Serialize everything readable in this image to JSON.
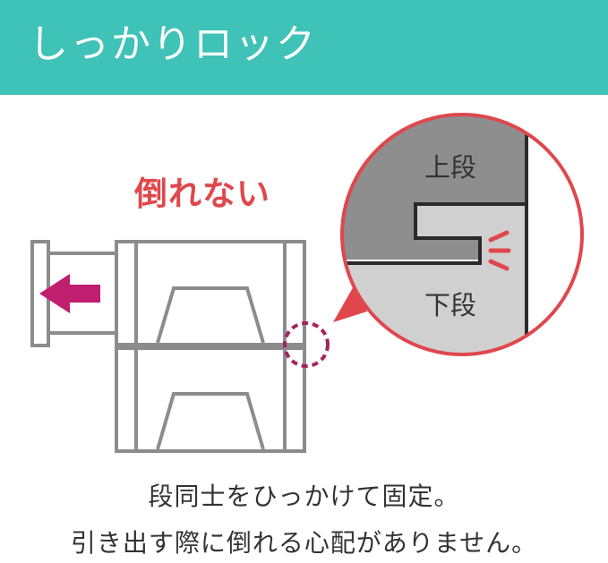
{
  "header": {
    "title": "しっかりロック"
  },
  "callout": {
    "text": "倒れない"
  },
  "zoom": {
    "upper_label": "上段",
    "lower_label": "下段"
  },
  "caption": {
    "line1": "段同士をひっかけて固定。",
    "line2": "引き出す際に倒れる心配がありません。"
  },
  "colors": {
    "header_bg": "#3fc2b7",
    "accent_red": "#e0474c",
    "arrow_magenta": "#c01e6e",
    "upper_gray": "#8e8e8e",
    "lower_gray": "#d0d0d0"
  },
  "icons": {
    "pull_arrow": "left-arrow-icon",
    "impact_marks": "impact-lines-icon"
  }
}
